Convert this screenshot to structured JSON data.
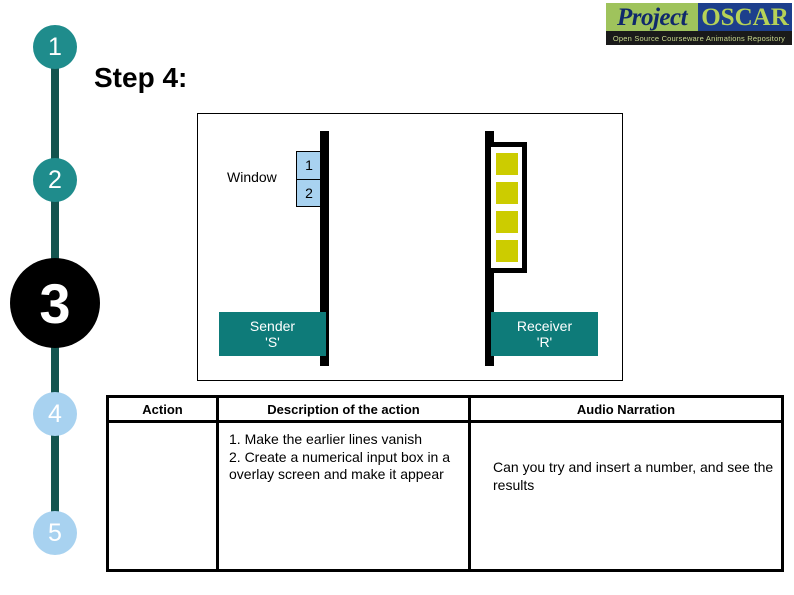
{
  "logo": {
    "name": "project-oscar-logo",
    "word_left": "Project",
    "word_right": "OSCAR",
    "subtitle": "Open Source Courseware Animations Repository",
    "colors": {
      "green": "#9fc35c",
      "blue": "#1d3f8c",
      "word_left_color": "#10286b",
      "word_right_color": "#b6d257",
      "subtitle_bg": "#1a1a1a",
      "subtitle_color": "#c9d98f"
    }
  },
  "step_rail": {
    "line_color": "#13544f",
    "steps": [
      {
        "label": "1",
        "state": "done",
        "color": "#1f8c8c"
      },
      {
        "label": "2",
        "state": "done",
        "color": "#1f8c8c"
      },
      {
        "label": "3",
        "state": "current",
        "color": "#000000"
      },
      {
        "label": "4",
        "state": "upcoming",
        "color": "#a8d2f0"
      },
      {
        "label": "5",
        "state": "upcoming",
        "color": "#a8d2f0"
      }
    ]
  },
  "page": {
    "title": "Step 4:"
  },
  "diagram": {
    "window_label": "Window",
    "window_cells": [
      {
        "label": "1"
      },
      {
        "label": "2"
      }
    ],
    "window_cell_color": "#a8d2f0",
    "sender": {
      "line1": "Sender",
      "line2": "'S'",
      "color": "#0e7b79"
    },
    "receiver": {
      "line1": "Receiver",
      "line2": "'R'",
      "color": "#0e7b79"
    },
    "buffer_cells": [
      {
        "label": ""
      },
      {
        "label": ""
      },
      {
        "label": ""
      },
      {
        "label": ""
      }
    ],
    "buffer_cell_color": "#cccc00",
    "bar_color": "#000000"
  },
  "table": {
    "headers": {
      "action": "Action",
      "description": "Description of the action",
      "audio": "Audio Narration"
    },
    "rows": [
      {
        "action": "",
        "description": "1. Make the earlier lines vanish\n2. Create a numerical input box in a overlay screen and make it appear",
        "audio": "Can you try and insert a number, and see the results"
      }
    ]
  }
}
